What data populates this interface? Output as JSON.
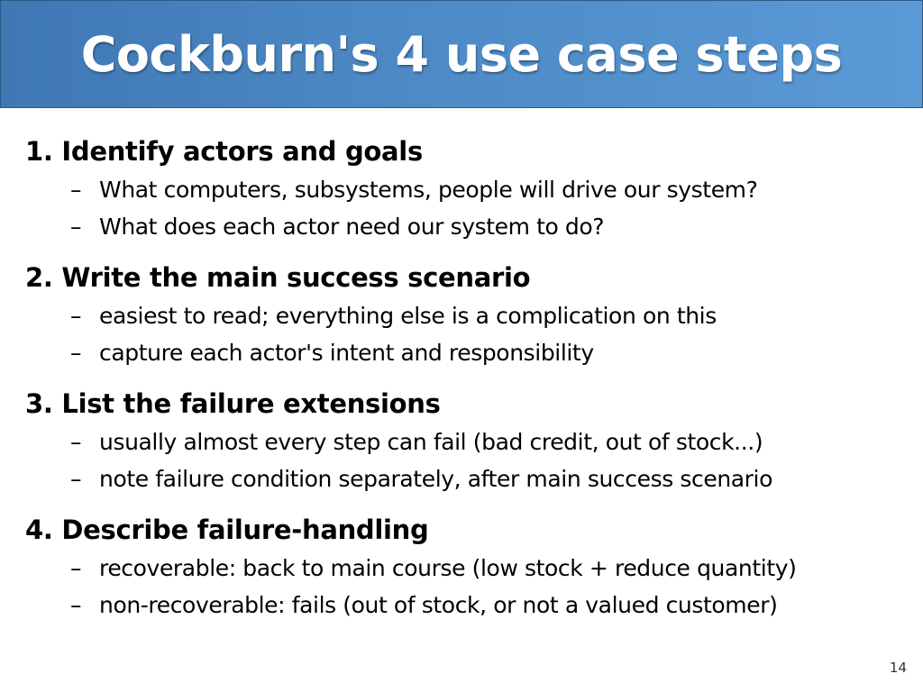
{
  "slide": {
    "title": "Cockburn's 4 use case steps",
    "page_number": "14",
    "bullet_glyph": "–",
    "colors": {
      "title_bar": "#4d8ac6",
      "title_text": "#ffffff",
      "body_text": "#000000"
    }
  },
  "steps": [
    {
      "heading": "1. Identify actors and goals",
      "items": [
        "What computers, subsystems, people will drive our system?",
        "What does each actor need our system to do?"
      ]
    },
    {
      "heading": "2. Write the main success scenario",
      "items": [
        "easiest to read; everything else is a complication on this",
        "capture each actor's intent and responsibility"
      ]
    },
    {
      "heading": "3. List the failure extensions",
      "items": [
        "usually almost every step can fail (bad credit, out of stock...)",
        "note failure condition separately, after main success scenario"
      ]
    },
    {
      "heading": "4. Describe failure-handling",
      "items": [
        "recoverable: back to main course (low stock + reduce quantity)",
        "non-recoverable: fails (out of stock, or not a valued customer)"
      ]
    }
  ]
}
